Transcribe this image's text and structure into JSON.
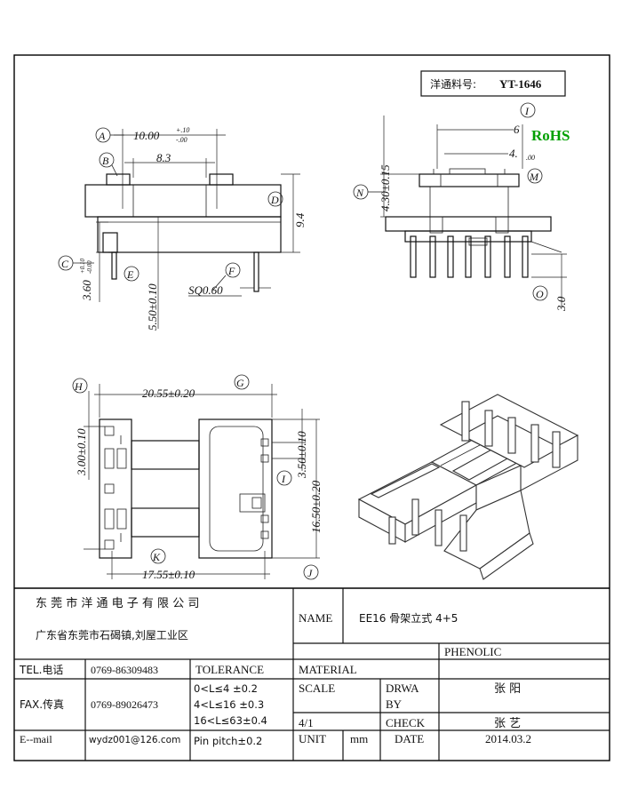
{
  "part": {
    "label": "洋通料号:",
    "number": "YT-1646"
  },
  "rohs": {
    "text": "RoHS",
    "color": "#00a000"
  },
  "front_view": {
    "dims": {
      "width_top": "10.00",
      "width_top_tol_plus": "+.10",
      "width_top_tol_minus": "-.00",
      "inner": "8.3",
      "height": "9.4",
      "base": "3.60",
      "base_tol_plus": "+0.10",
      "base_tol_minus": "-0.00",
      "pin_len": "5.50±0.10",
      "pin_sq": "SQ0.60"
    },
    "labels": {
      "A": "A",
      "B": "B",
      "C": "C",
      "D": "D",
      "E": "E",
      "F": "F"
    }
  },
  "side_view": {
    "dims": {
      "height": "4.30±0.15",
      "top": "6",
      "mid": "4.",
      "mid_tol": ".00",
      "pin": "3.0"
    },
    "labels": {
      "I": "I",
      "M": "M",
      "N": "N",
      "O": "O"
    }
  },
  "bottom_view": {
    "dims": {
      "length": "20.55±0.20",
      "pin_row": "17.55±0.10",
      "h_left": "3.00±0.10",
      "pitch": "3.50±0.10",
      "width": "16.50±0.20"
    },
    "labels": {
      "H": "H",
      "G": "G",
      "I": "I",
      "K": "K",
      "J": "J"
    }
  },
  "title_block": {
    "company": "东 莞 市 洋 通 电 子 有 限 公 司",
    "address": "广东省东莞市石碣镇,刘屋工业区",
    "name_label": "NAME",
    "name_value": "EE16 骨架立式 4+5",
    "tel_label": "TEL.电话",
    "tel_value": "0769-86309483",
    "tolerance_label": "TOLERANCE",
    "material_label": "MATERIAL",
    "material_value": "PHENOLIC",
    "fax_label": "FAX.传真",
    "fax_value": "0769-89026473",
    "tol_1": "0<L≤4   ±0.2",
    "tol_2": "4<L≤16  ±0.3",
    "tol_3": "16<L≤63±0.4",
    "tol_4": "Pin pitch±0.2",
    "scale_label": "SCALE",
    "scale_value": "4/1",
    "drawn_label_1": "DRWA",
    "drawn_label_2": "BY",
    "drawn_value": "张 阳",
    "check_label": "CHECK",
    "check_value": "张 艺",
    "email_label": "E--mail",
    "email_value": "wydz001@126.com",
    "unit_label": "UNIT",
    "unit_value": "mm",
    "date_label": "DATE",
    "date_value": "2014.03.2"
  }
}
